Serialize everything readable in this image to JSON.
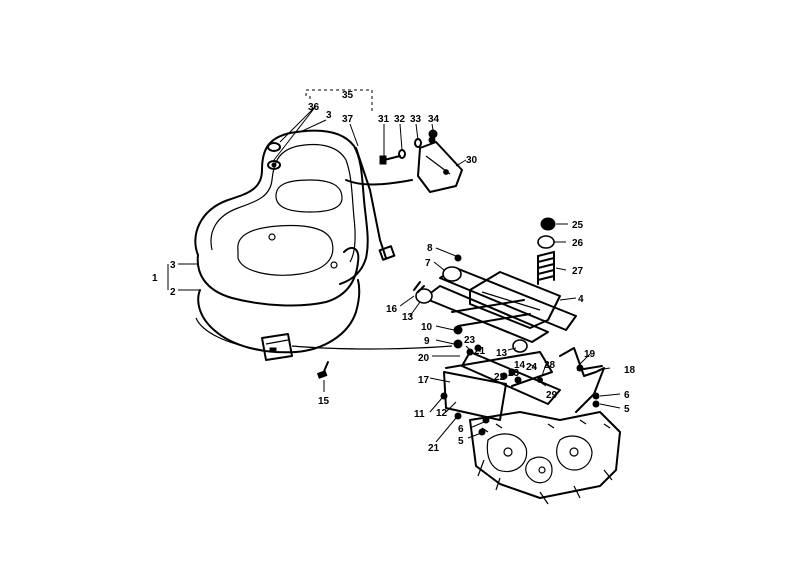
{
  "callouts": [
    "1",
    "2",
    "3",
    "3",
    "4",
    "5",
    "5",
    "6",
    "6",
    "7",
    "8",
    "9",
    "10",
    "11",
    "12",
    "13",
    "13",
    "14",
    "15",
    "16",
    "17",
    "18",
    "19",
    "20",
    "21",
    "21",
    "22",
    "23",
    "23",
    "24",
    "25",
    "26",
    "27",
    "28",
    "29",
    "30",
    "31",
    "32",
    "33",
    "34",
    "35",
    "36",
    "37"
  ]
}
